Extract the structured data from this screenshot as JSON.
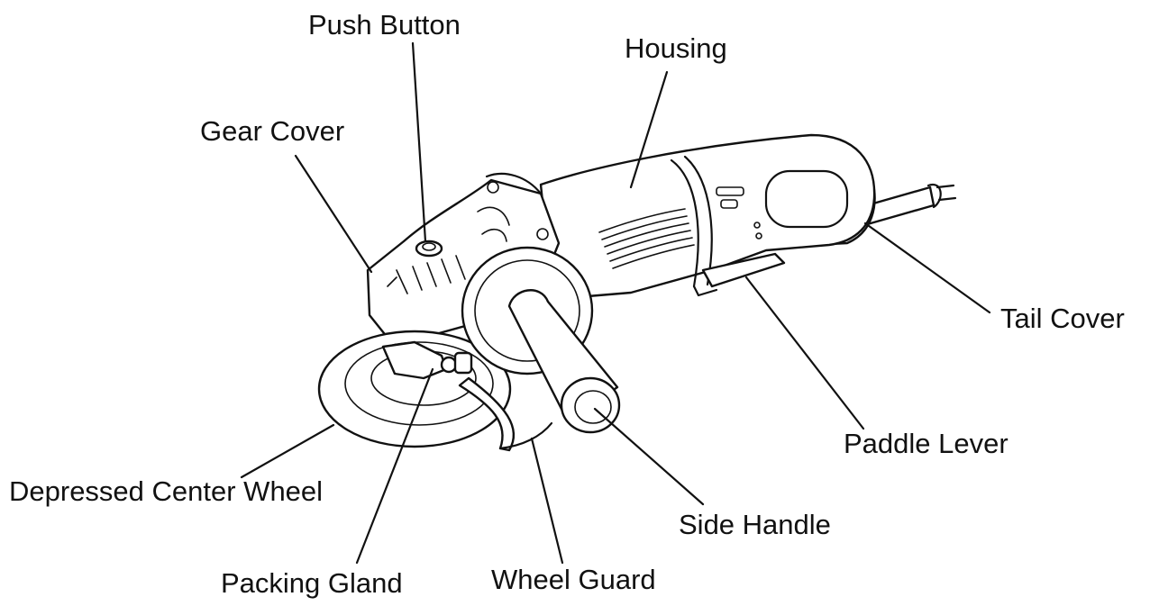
{
  "labels": {
    "push_button": "Push Button",
    "housing": "Housing",
    "gear_cover": "Gear Cover",
    "tail_cover": "Tail Cover",
    "paddle_lever": "Paddle Lever",
    "depressed_center_wheel": "Depressed Center Wheel",
    "side_handle": "Side Handle",
    "packing_gland": "Packing Gland",
    "wheel_guard": "Wheel Guard"
  },
  "colors": {
    "line": "#111111",
    "background": "#ffffff"
  }
}
